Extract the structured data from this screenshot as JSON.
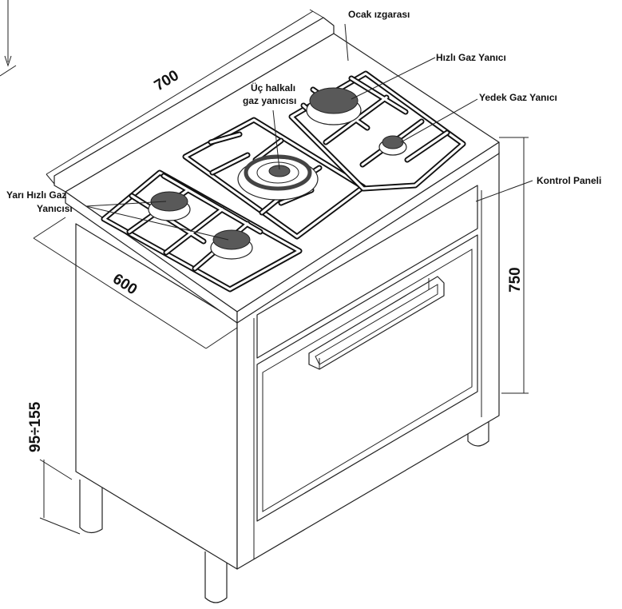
{
  "labels": {
    "grate": "Ocak ızgarası",
    "rapid_burner": "Hızlı Gaz Yanıcı",
    "auxiliary_burner": "Yedek Gaz Yanıcı",
    "triple_ring_line1": "Üç halkalı",
    "triple_ring_line2": "gaz yanıcısı",
    "semi_rapid_line1": "Yarı Hızlı Gaz",
    "semi_rapid_line2": "Yanıcısı",
    "control_panel": "Kontrol Paneli"
  },
  "dimensions": {
    "width": "700",
    "depth": "600",
    "height": "750",
    "leg_height": "95÷155"
  }
}
